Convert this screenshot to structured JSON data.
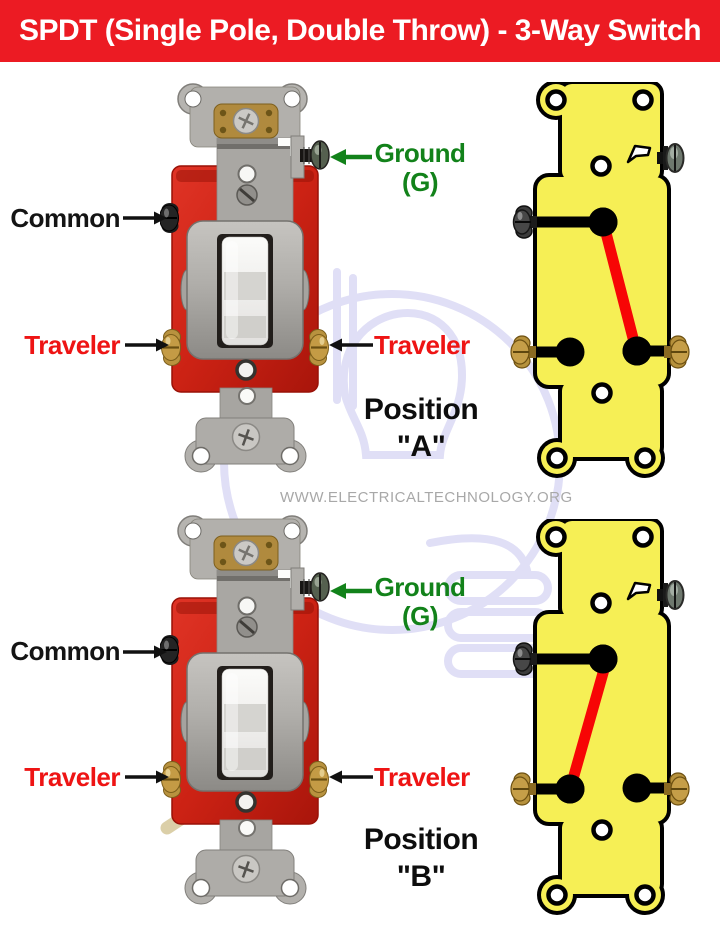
{
  "title": {
    "text": "SPDT (Single Pole, Double Throw) - 3-Way Switch"
  },
  "watermark": {
    "url_text": "WWW.ELECTRICALTECHNOLOGY.ORG"
  },
  "colors": {
    "title_bg": "#EC1B23",
    "title_text": "#FFFFFF",
    "label_black": "#141414",
    "label_red": "#EE1414",
    "label_green": "#12821A",
    "schematic_yellow": "#F6EF55",
    "schematic_outline": "#000000",
    "connection_red": "#F70505",
    "switch_body_red": "#CC2214",
    "brass": "#B8923F",
    "watermark_gray": "#A8A8A8",
    "watermark_lavender": "#E0DFF6"
  },
  "sections": [
    {
      "position_line1": "Position",
      "position_line2": "\"A\"",
      "common_label": "Common",
      "traveler_left_label": "Traveler",
      "traveler_right_label": "Traveler",
      "ground_label": "Ground",
      "ground_abbrev": "(G)",
      "connection": "Common connected to right Traveler"
    },
    {
      "position_line1": "Position",
      "position_line2": "\"B\"",
      "common_label": "Common",
      "traveler_left_label": "Traveler",
      "traveler_right_label": "Traveler",
      "ground_label": "Ground",
      "ground_abbrev": "(G)",
      "connection": "Common connected to left Traveler"
    }
  ]
}
